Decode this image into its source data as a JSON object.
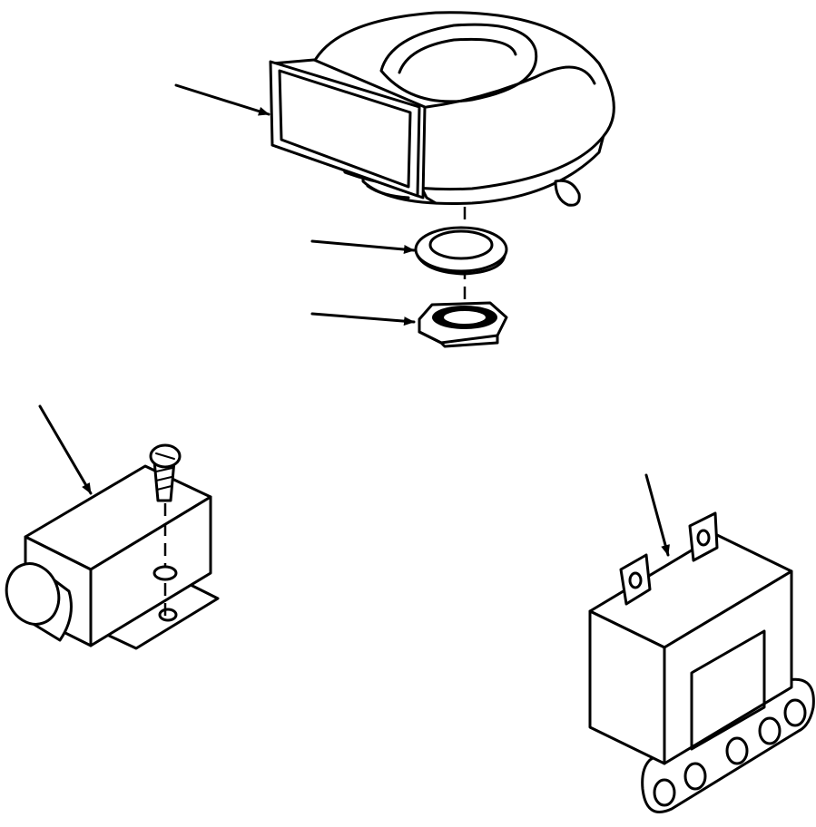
{
  "diagram": {
    "parts": [
      {
        "name": "horn",
        "icon": "horn-icon"
      },
      {
        "name": "washer",
        "icon": "washer-icon"
      },
      {
        "name": "nut",
        "icon": "hex-nut-icon"
      },
      {
        "name": "buzzer",
        "icon": "buzzer-icon"
      },
      {
        "name": "relay",
        "icon": "relay-icon"
      }
    ],
    "leaders": 5,
    "line_color": "#000000",
    "background": "#ffffff"
  }
}
